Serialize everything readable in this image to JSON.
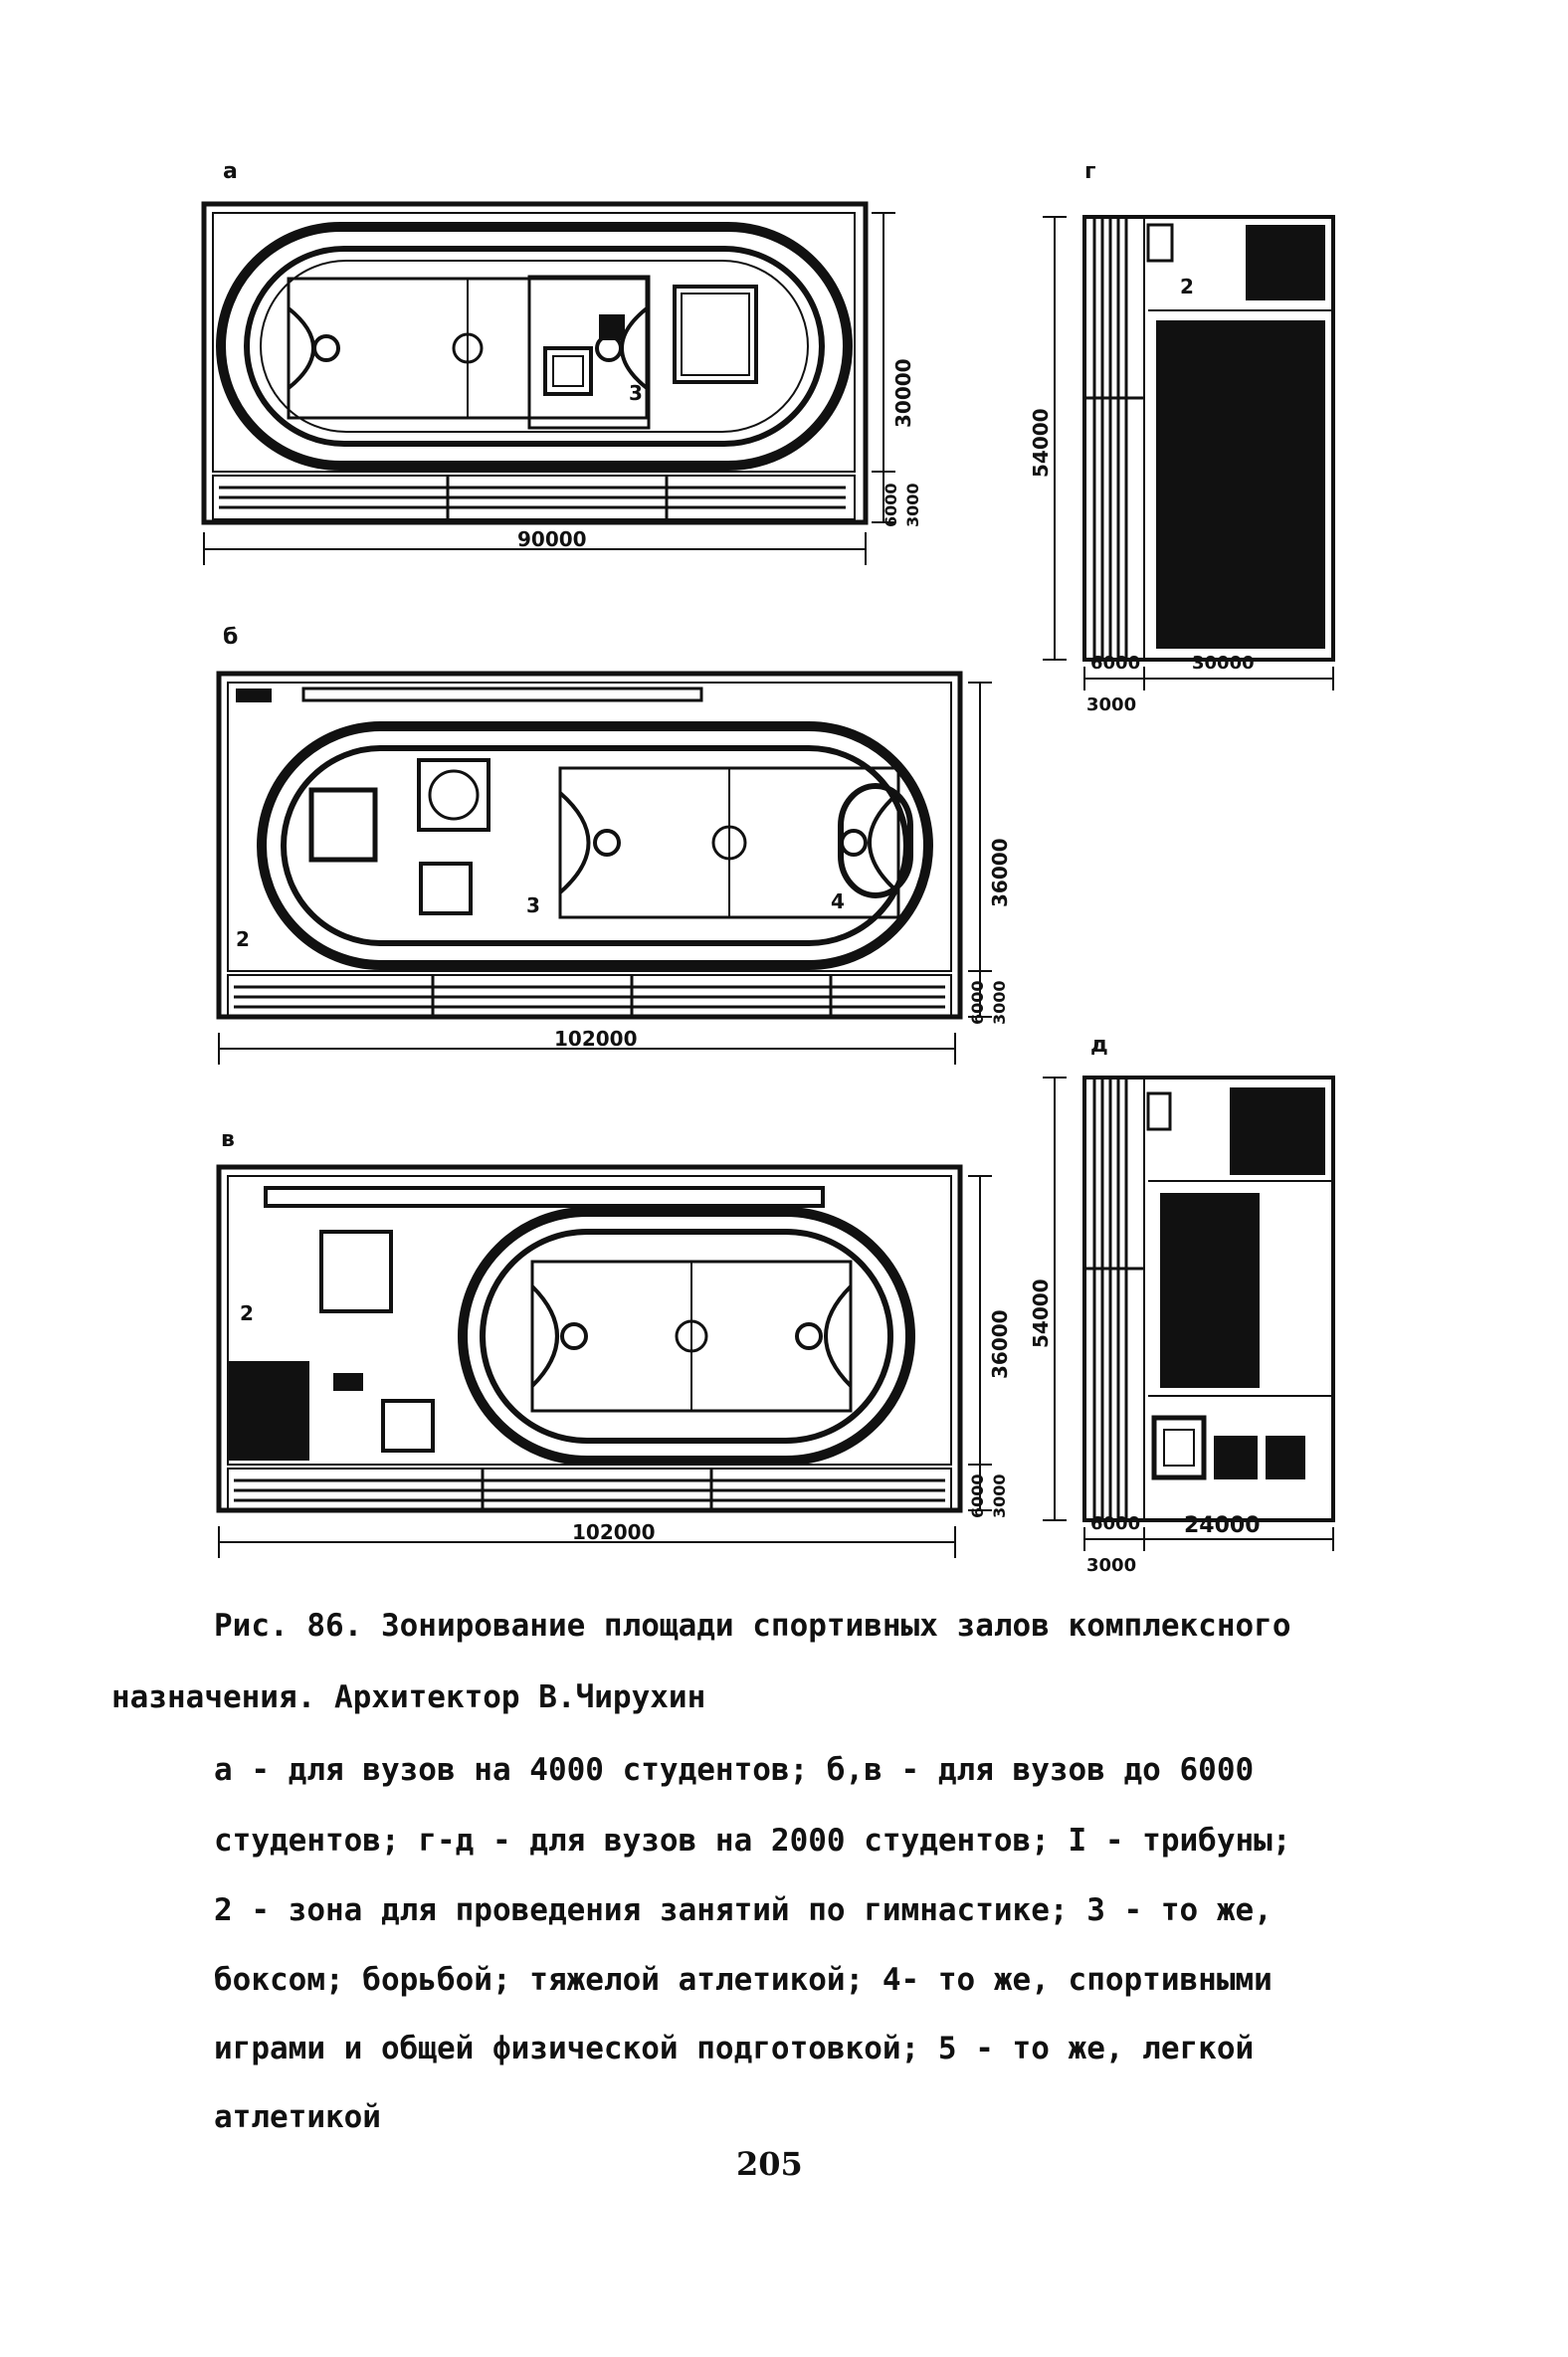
{
  "figure": {
    "plans": [
      {
        "label": "а",
        "dim_width": "90000",
        "dim_height": "30000",
        "dim_side_a": "6000",
        "dim_side_b": "3000",
        "zones": [
          "3"
        ]
      },
      {
        "label": "б",
        "dim_width": "102000",
        "dim_height": "36000",
        "dim_side_a": "6000",
        "dim_side_b": "3000",
        "zones": [
          "2",
          "3",
          "4"
        ]
      },
      {
        "label": "в",
        "dim_width": "102000",
        "dim_height": "36000",
        "dim_side_a": "6000",
        "dim_side_b": "3000",
        "zones": [
          "2"
        ]
      },
      {
        "label": "г",
        "dim_height": "54000",
        "dim_a": "6000",
        "dim_b": "30000",
        "dim_c": "3000",
        "zones": [
          "2"
        ]
      },
      {
        "label": "д",
        "dim_height": "54000",
        "dim_a": "6000",
        "dim_b": "24000",
        "dim_c": "3000",
        "zones": []
      }
    ]
  },
  "caption": {
    "title_line1": "Рис. 86. Зонирование площади спортивных залов комплексного",
    "title_line2": "назначения. Архитектор В.Чирухин",
    "legend_lines": [
      "а -  для вузов на 4000 студентов; б,в - для вузов до 6000",
      "студентов; г-д - для вузов на 2000 студентов; I - трибуны;",
      "2 - зона для проведения занятий по гимнастике; 3 - то же,",
      "боксом; борьбой; тяжелой атлетикой; 4- то же, спортивными",
      "играми и общей физической подготовкой; 5 - то же, легкой",
      "атлетикой"
    ]
  },
  "page_number": "205"
}
